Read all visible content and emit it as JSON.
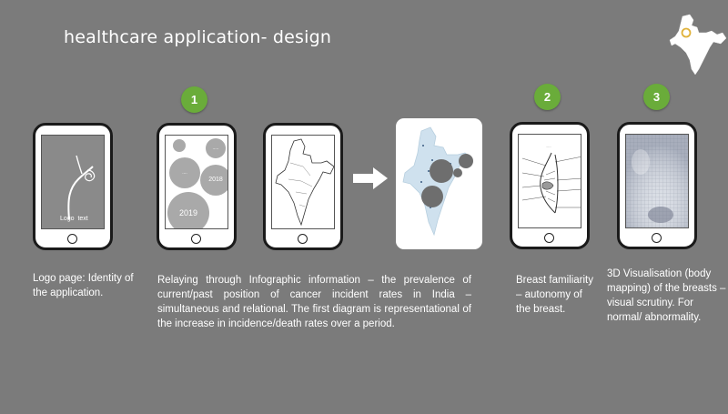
{
  "slide": {
    "title": "healthcare application- design"
  },
  "badges": [
    "1",
    "2",
    "3"
  ],
  "tablet_logo": {
    "logo_text": "Logo  text"
  },
  "tablet_infographic": {
    "bubble_labels": [
      "2019",
      "2018",
      "....",
      "....."
    ]
  },
  "captions": {
    "logo_page": "Logo page: Identity of the application.",
    "infographic": "Relaying through Infographic information – the prevalence of current/past position of cancer incident rates in India – simultaneous and relational. The first diagram is representational of the increase in incidence/death rates over a period.",
    "breast_familiarity": "Breast familiarity – autonomy of the breast.",
    "visualisation": "3D Visualisation (body mapping) of the breasts – visual scrutiny. For normal/ abnormality."
  },
  "colors": {
    "background": "#7b7b7b",
    "badge_green": "#6aac3a",
    "bubble_gray": "#a9a9a9",
    "map_blue": "#cfe1ee"
  }
}
